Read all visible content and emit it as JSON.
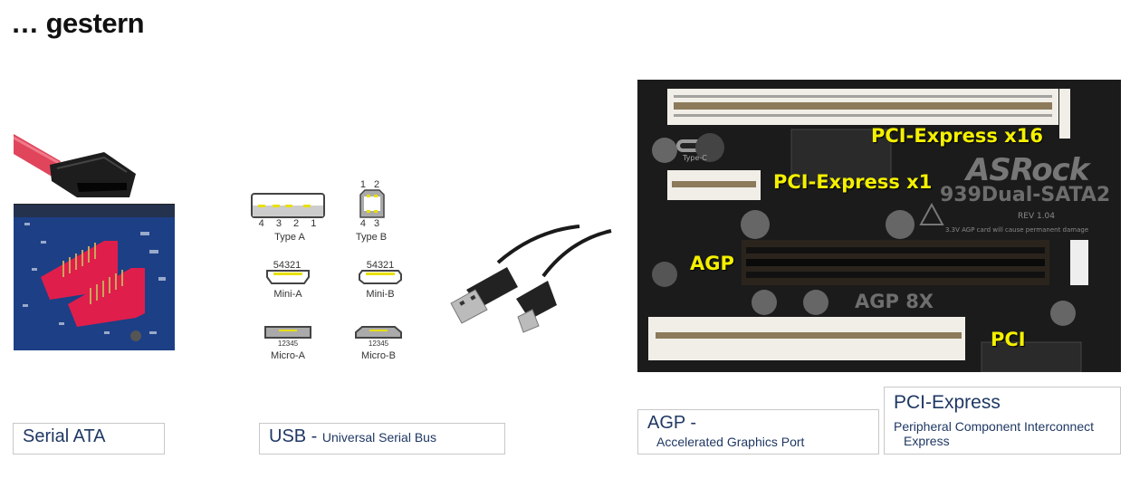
{
  "slide": {
    "title": "… gestern"
  },
  "sections": {
    "sata": {
      "caption": "Serial ATA"
    },
    "usb": {
      "caption_main": "USB - ",
      "caption_sub": "Universal Serial Bus",
      "connectors": [
        {
          "label": "Type A",
          "pins": "4 3 2 1"
        },
        {
          "label": "Type B",
          "pins_top": "1 2",
          "pins_bottom": "4 3"
        },
        {
          "label": "Mini-A",
          "pins": "54321"
        },
        {
          "label": "Mini-B",
          "pins": "54321"
        },
        {
          "label": "Micro-A",
          "pins": "12345"
        },
        {
          "label": "Micro-B",
          "pins": "12345"
        }
      ]
    },
    "agp": {
      "caption_main": "AGP -",
      "caption_sub": "Accelerated Graphics Port"
    },
    "pcie": {
      "caption_main": "PCI-Express",
      "caption_sub_line1": "Peripheral Component Interconnect",
      "caption_sub_line2": "Express"
    }
  },
  "motherboard": {
    "labels": {
      "pcie_x16": "PCI-Express x16",
      "pcie_x1": "PCI-Express x1",
      "agp": "AGP",
      "pci": "PCI"
    },
    "brand": "ASRock",
    "model": "939Dual-SATA2",
    "rev": "REV 1.04",
    "agp_marking": "AGP 8X",
    "warning": "3.3V AGP card will cause permanent damage",
    "type_c_label": "Type-C",
    "label_color": "#f4f000"
  },
  "colors": {
    "caption_text": "#1f3864",
    "caption_border": "#c8c8c8",
    "sata_red": "#e8294f",
    "board_blue": "#1c3f86"
  }
}
